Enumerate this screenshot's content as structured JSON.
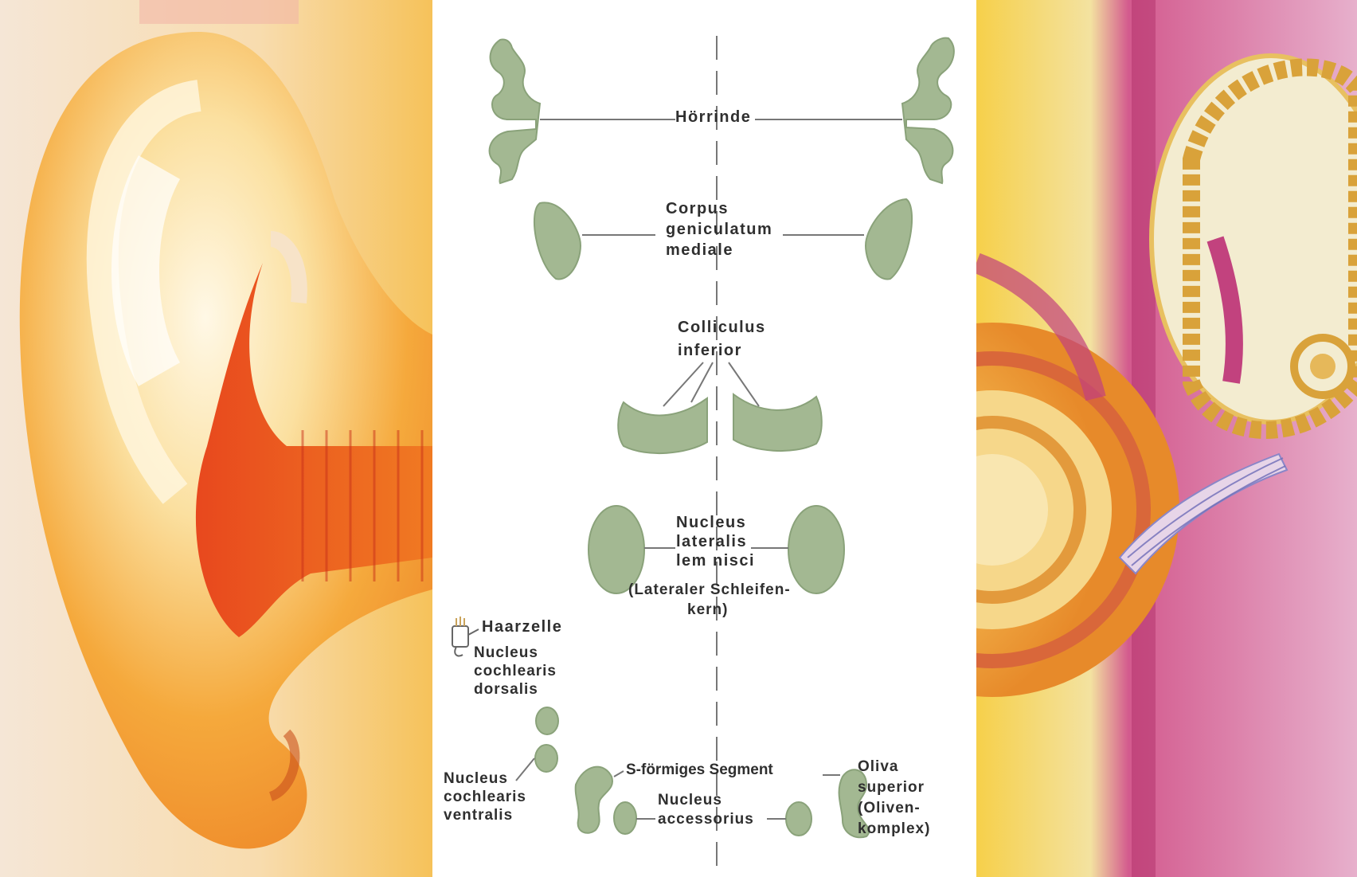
{
  "colors": {
    "structure_fill": "#a3b892",
    "structure_stroke": "#8aa27a",
    "line": "#777777",
    "label": "#2f2f2f",
    "ear_red": "#e0401c",
    "ear_orange": "#f39a2a",
    "ear_yellow": "#f7cf6c",
    "magenta": "#c2427e"
  },
  "icons": {
    "left_panel": "outer-ear-illustration",
    "right_panel": "inner-ear-cochlea-illustration"
  },
  "labels": {
    "hoerrinde": "Hörrinde",
    "corpus_1": "Corpus",
    "corpus_2": "geniculatum",
    "corpus_3": "mediale",
    "colliculus_1": "Colliculus",
    "colliculus_2": "inferior",
    "nucleus_lat_1": "Nucleus",
    "nucleus_lat_2": "lateralis",
    "nucleus_lat_3": "lem nisci",
    "schleifen_1": "(Lateraler Schleifen-",
    "schleifen_2": "kern)",
    "haarzelle": "Haarzelle",
    "dorsalis_1": "Nucleus",
    "dorsalis_2": "cochlearis",
    "dorsalis_3": "dorsalis",
    "ventralis_1": "Nucleus",
    "ventralis_2": "cochlearis",
    "ventralis_3": "ventralis",
    "s_segment": "S-förmiges Segment",
    "accessorius_1": "Nucleus",
    "accessorius_2": "accessorius",
    "oliva_1": "Oliva",
    "oliva_2": "superior",
    "oliva_3": "(Oliven-",
    "oliva_4": "komplex)"
  }
}
